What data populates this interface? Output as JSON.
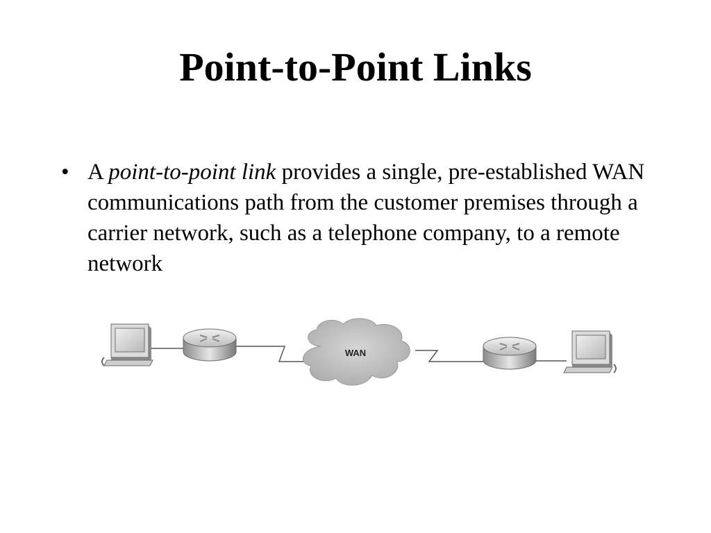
{
  "slide": {
    "title": "Point-to-Point Links",
    "bullets": [
      {
        "marker": "•",
        "lead": "A ",
        "term": "point-to-point link",
        "body": " provides a single, pre-established WAN communications path from the customer premises through a carrier network, such as a telephone company, to a remote network"
      }
    ]
  },
  "diagram": {
    "cloud_label": "WAN",
    "icons": [
      "computer-icon",
      "router-icon",
      "wan-cloud-icon",
      "router-icon",
      "computer-icon"
    ],
    "colors": {
      "device_light": "#e8e8e8",
      "device_mid": "#b0b0b0",
      "device_dark": "#707070",
      "cloud_fill": "#c4c4c4",
      "line": "#555555"
    }
  }
}
